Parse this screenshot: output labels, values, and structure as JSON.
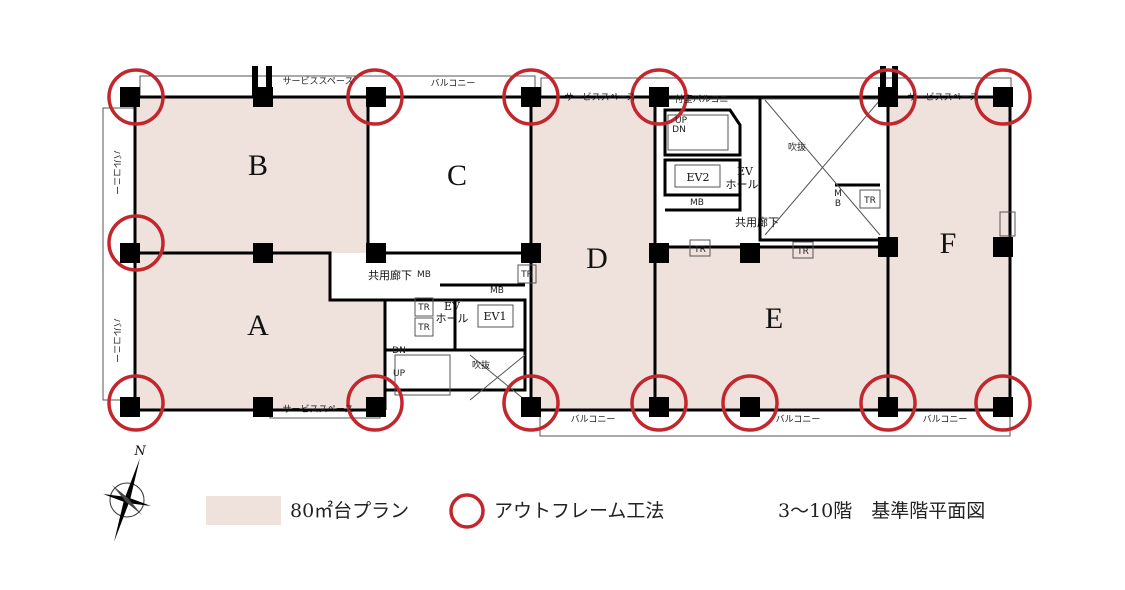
{
  "colors": {
    "plan_80": "#efe1dc",
    "outframe": "#c1272d"
  },
  "units": [
    "A",
    "B",
    "C",
    "D",
    "E",
    "F"
  ],
  "highlighted_units": [
    "A",
    "B",
    "D",
    "E",
    "F"
  ],
  "labels": {
    "service_space": "サービススペース",
    "balcony": "バルコニー",
    "balcony_v": "バルコニー",
    "annex_balcony": "付室バルコニー",
    "corridor": "共用廊下",
    "mb": "MB",
    "mb_v1": "M",
    "mb_v2": "B",
    "tr": "TR",
    "ev": "EV",
    "hall": "ホール",
    "ev1": "EV1",
    "ev2": "EV2",
    "up": "UP",
    "dn": "DN",
    "void": "吹抜"
  },
  "compass": {
    "label": "N",
    "icon": "compass-rose-icon"
  },
  "legend": {
    "plan_label": "80㎡台プラン",
    "outframe_label": "アウトフレーム工法"
  },
  "title": "3〜10階　基準階平面図"
}
